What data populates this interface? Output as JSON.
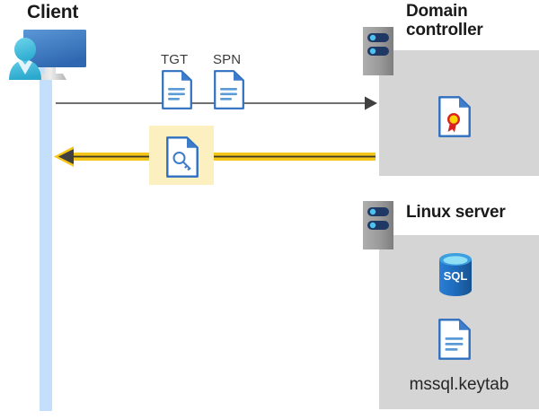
{
  "diagram": {
    "title_client": "Client",
    "title_domain_controller": "Domain\ncontroller",
    "title_domain_controller_line1": "Domain",
    "title_domain_controller_line2": "controller",
    "title_linux_server": "Linux server",
    "captions": {
      "tgt": "TGT",
      "spn": "SPN",
      "keytab_file": "mssql.keytab"
    },
    "icons": {
      "client": "user-with-monitor-icon",
      "tgt_document": "document-icon",
      "spn_document": "document-icon",
      "key_document": "key-document-icon",
      "certificate_document": "certificate-document-icon",
      "sql_database": "sql-database-icon",
      "keytab_document": "document-icon",
      "domain_controller_rack": "server-rack-icon",
      "linux_server_rack": "server-rack-icon"
    },
    "flows": [
      {
        "name": "request-arrow",
        "direction": "right",
        "color": "#404040",
        "from": "Client",
        "to": "Domain controller",
        "carries": [
          "TGT",
          "SPN"
        ]
      },
      {
        "name": "response-arrow",
        "direction": "left",
        "color": "#f5c518",
        "from": "Domain controller",
        "to": "Client",
        "carries": [
          "service ticket"
        ]
      }
    ],
    "colors": {
      "panel_grey": "#d5d5d5",
      "lifeline_blue": "#c3dffb",
      "highlight_yellow": "#fdf0c0",
      "arrow_yellow": "#f5c518",
      "arrow_dark": "#404040",
      "icon_blue": "#3d7cc9",
      "sql_blue": "#1f6dc0",
      "rack_grey": "#9b9b9b",
      "rack_navy": "#1f3864",
      "cert_red": "#d72222",
      "cert_gold": "#ffd400",
      "title_black": "#1a1a1a"
    }
  }
}
